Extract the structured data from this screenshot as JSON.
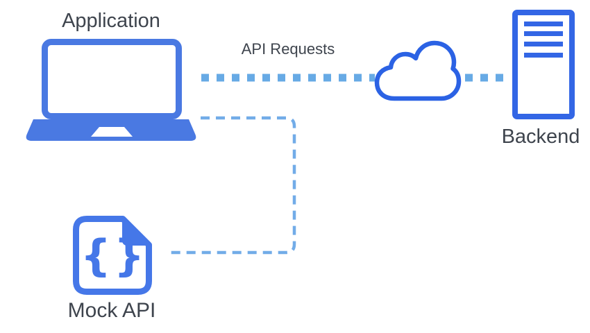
{
  "nodes": {
    "application": {
      "label": "Application"
    },
    "backend": {
      "label": "Backend"
    },
    "mock_api": {
      "label": "Mock API",
      "braces_glyph": "{}"
    }
  },
  "connections": {
    "api_requests": {
      "label": "API Requests"
    }
  },
  "colors": {
    "laptop_blue": "#4A79E2",
    "cloud_blue": "#2B62E4",
    "server_blue": "#3366E5",
    "file_blue": "#4577E8",
    "dotted_line_blue": "#67AAE5",
    "dashed_line_blue": "#72ACE8",
    "label_gray": "#3E444D",
    "background": "#FFFFFF"
  }
}
